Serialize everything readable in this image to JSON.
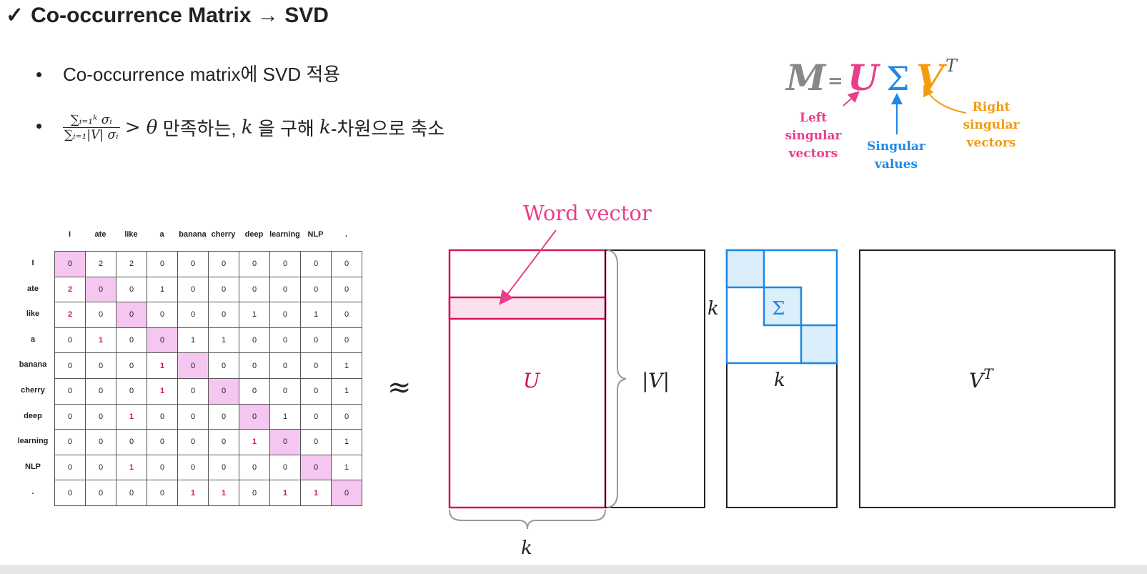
{
  "slide": {
    "title_check": "✓",
    "title": "Co-occurrence Matrix → SVD",
    "bullet_mark": "•",
    "bullet1": "Co-occurrence matrix에 SVD 적용",
    "bullet2": {
      "frac_num": "∑ᵢ₌₁ᵏ σᵢ",
      "frac_den": "∑ᵢ₌₁|V| σᵢ",
      "gt_theta": "> θ",
      "text_a": "만족하는,",
      "k1": "k",
      "text_b": "을 구해",
      "k2": "k",
      "text_c": "-차원으로 축소"
    }
  },
  "formula": {
    "M": "M",
    "eq": "=",
    "U": "U",
    "Sigma": "Σ",
    "V": "V",
    "T": "T",
    "left_label": [
      "Left",
      "singular",
      "vectors"
    ],
    "mid_label": [
      "Singular",
      "values"
    ],
    "right_label": [
      "Right",
      "singular",
      "vectors"
    ],
    "colors": {
      "M": "#888888",
      "U": "#e83e8c",
      "Sigma": "#1e88e5",
      "V": "#f39c12"
    }
  },
  "matrix": {
    "words": [
      "I",
      "ate",
      "like",
      "a",
      "banana",
      "cherry",
      "deep",
      "learning",
      "NLP",
      "."
    ],
    "values": [
      [
        0,
        2,
        2,
        0,
        0,
        0,
        0,
        0,
        0,
        0
      ],
      [
        2,
        0,
        0,
        1,
        0,
        0,
        0,
        0,
        0,
        0
      ],
      [
        2,
        0,
        0,
        0,
        0,
        0,
        1,
        0,
        1,
        0
      ],
      [
        0,
        1,
        0,
        0,
        1,
        1,
        0,
        0,
        0,
        0
      ],
      [
        0,
        0,
        0,
        1,
        0,
        0,
        0,
        0,
        0,
        1
      ],
      [
        0,
        0,
        0,
        1,
        0,
        0,
        0,
        0,
        0,
        1
      ],
      [
        0,
        0,
        1,
        0,
        0,
        0,
        0,
        1,
        0,
        0
      ],
      [
        0,
        0,
        0,
        0,
        0,
        0,
        1,
        0,
        0,
        1
      ],
      [
        0,
        0,
        1,
        0,
        0,
        0,
        0,
        0,
        0,
        1
      ],
      [
        0,
        0,
        0,
        0,
        1,
        1,
        0,
        1,
        1,
        0
      ]
    ],
    "highlight_color": "#f5c6f0"
  },
  "svd": {
    "approx": "≈",
    "word_vector": "Word vector",
    "U": "U",
    "V_size": "|V|",
    "k_side": "k",
    "k_bottom": "k",
    "k_under": "k",
    "Sigma": "Σ",
    "VT": "V",
    "VT_sup": "T",
    "colors": {
      "U": "#d4145a",
      "word_vector": "#e83e8c",
      "Sigma": "#1e88e5",
      "Sigma_fill": "#dbeefb",
      "row_fill": "#fbe0ee"
    }
  }
}
